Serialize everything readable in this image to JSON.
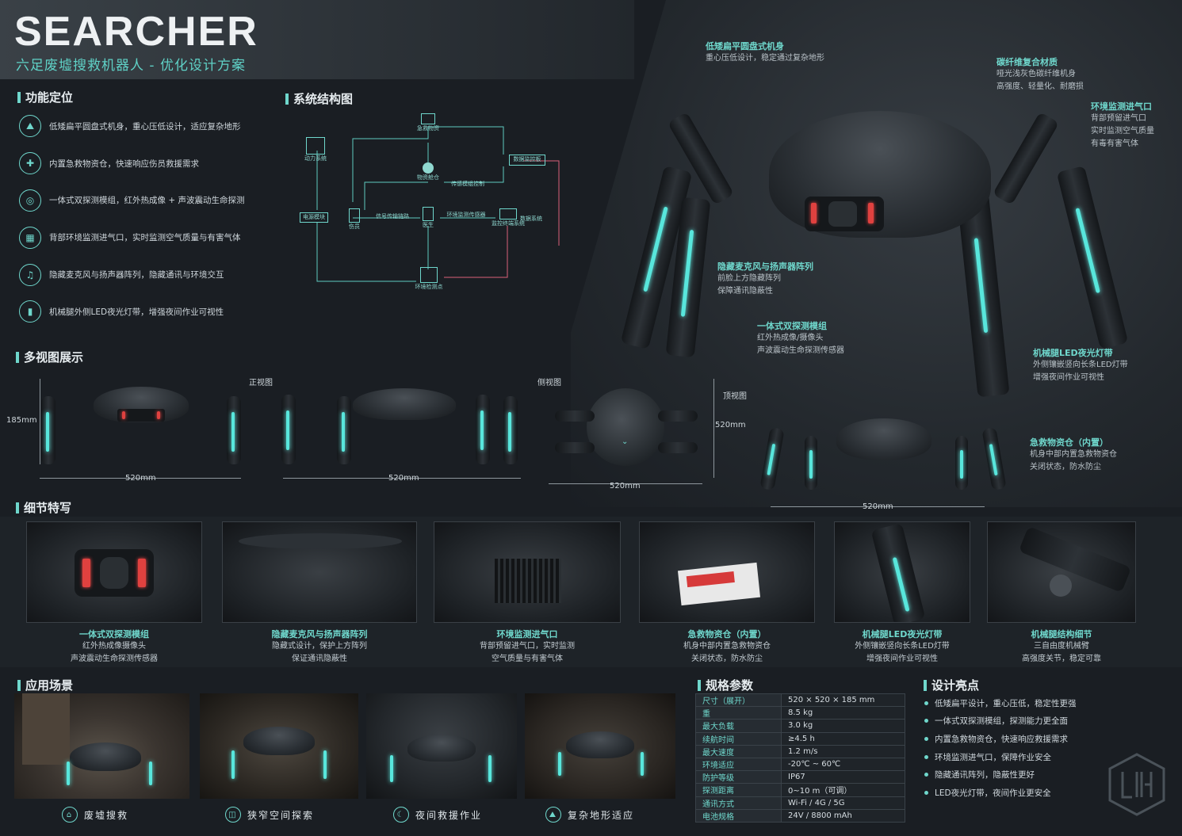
{
  "header": {
    "title": "SEARCHER",
    "subtitle": "六足废墟搜救机器人 - 优化设计方案"
  },
  "features": {
    "heading": "功能定位",
    "items": [
      {
        "icon": "terrain-icon",
        "text": "低矮扁平圆盘式机身，重心压低设计，适应复杂地形"
      },
      {
        "icon": "first-aid-icon",
        "text": "内置急救物资仓，快速响应伤员救援需求"
      },
      {
        "icon": "sensor-icon",
        "text": "一体式双探测模组，红外热成像 + 声波震动生命探测"
      },
      {
        "icon": "air-vent-icon",
        "text": "背部环境监测进气口，实时监测空气质量与有害气体"
      },
      {
        "icon": "speaker-icon",
        "text": "隐藏麦克风与扬声器阵列，隐藏通讯与环境交互"
      },
      {
        "icon": "light-strip-icon",
        "text": "机械腿外侧LED夜光灯带，增强夜间作业可视性"
      }
    ]
  },
  "diagram": {
    "heading": "系统结构图",
    "nodes": {
      "top": "急救物资",
      "left": "动力系统",
      "center": "物资舱仓",
      "right_box": "数据监控板",
      "mid_label": "传感模组控制",
      "left_box": "电源模块",
      "person_left": "伤员",
      "link_label": "信号传输链路",
      "doctor": "医生",
      "monitor_label": "环境监测传感器",
      "monitor": "监控终端系统",
      "right_label": "数据系统",
      "bottom": "环境检测点"
    }
  },
  "hero_callouts": [
    {
      "title": "低矮扁平圆盘式机身",
      "desc": [
        "重心压低设计，稳定通过复杂地形"
      ]
    },
    {
      "title": "碳纤维复合材质",
      "desc": [
        "哑光浅灰色碳纤维机身",
        "高强度、轻量化、耐磨损"
      ]
    },
    {
      "title": "环境监测进气口",
      "desc": [
        "背部预留进气口",
        "实时监测空气质量",
        "有毒有害气体"
      ]
    },
    {
      "title": "隐藏麦克风与扬声器阵列",
      "desc": [
        "前脸上方隐藏阵列",
        "保障通讯隐蔽性"
      ]
    },
    {
      "title": "一体式双探测模组",
      "desc": [
        "红外热成像/摄像头",
        "声波震动生命探测传感器"
      ]
    },
    {
      "title": "机械腿LED夜光灯带",
      "desc": [
        "外侧镶嵌竖向长条LED灯带",
        "增强夜间作业可视性"
      ]
    },
    {
      "title": "急救物资仓（内置）",
      "desc": [
        "机身中部内置急救物资仓",
        "关闭状态，防水防尘"
      ]
    }
  ],
  "multiview": {
    "heading": "多视图展示",
    "height_label": "185mm",
    "front_label": "正视图",
    "side_label": "侧视图",
    "top_label": "顶视图",
    "width_front": "520mm",
    "width_side": "520mm",
    "width_top": "520mm",
    "depth_top": "520mm",
    "width_persp": "520mm"
  },
  "details": {
    "heading": "细节特写",
    "items": [
      {
        "title": "一体式双探测模组",
        "desc": [
          "红外热成像摄像头",
          "声波震动生命探测传感器"
        ]
      },
      {
        "title": "隐藏麦克风与扬声器阵列",
        "desc": [
          "隐藏式设计，保护上方阵列",
          "保证通讯隐蔽性"
        ]
      },
      {
        "title": "环境监测进气口",
        "desc": [
          "背部预留进气口，实时监测",
          "空气质量与有害气体"
        ]
      },
      {
        "title": "急救物资仓（内置）",
        "desc": [
          "机身中部内置急救物资仓",
          "关闭状态，防水防尘"
        ]
      },
      {
        "title": "机械腿LED夜光灯带",
        "desc": [
          "外侧镶嵌竖向长条LED灯带",
          "增强夜间作业可视性"
        ]
      },
      {
        "title": "机械腿结构细节",
        "desc": [
          "三自由度机械臂",
          "高强度关节，稳定可靠"
        ]
      }
    ]
  },
  "scenes": {
    "heading": "应用场景",
    "items": [
      {
        "icon": "ruins-icon",
        "label": "废墟搜救"
      },
      {
        "icon": "narrow-space-icon",
        "label": "狭窄空间探索"
      },
      {
        "icon": "night-icon",
        "label": "夜间救援作业"
      },
      {
        "icon": "terrain-icon",
        "label": "复杂地形适应"
      }
    ]
  },
  "specs": {
    "heading": "规格参数",
    "rows": [
      {
        "k": "尺寸（展开）",
        "v": "520 × 520 × 185 mm"
      },
      {
        "k": "重",
        "v": "8.5 kg"
      },
      {
        "k": "最大负载",
        "v": "3.0 kg"
      },
      {
        "k": "续航时间",
        "v": "≥4.5 h"
      },
      {
        "k": "最大速度",
        "v": "1.2 m/s"
      },
      {
        "k": "环境适应",
        "v": "-20℃ ~ 60℃"
      },
      {
        "k": "防护等级",
        "v": "IP67"
      },
      {
        "k": "探测距离",
        "v": "0~10 m（可调）"
      },
      {
        "k": "通讯方式",
        "v": "Wi-Fi / 4G / 5G"
      },
      {
        "k": "电池规格",
        "v": "24V / 8800 mAh"
      }
    ]
  },
  "highlights": {
    "heading": "设计亮点",
    "items": [
      "低矮扁平设计，重心压低，稳定性更强",
      "一体式双探测模组，探测能力更全面",
      "内置急救物资仓，快速响应救援需求",
      "环境监测进气口，保障作业安全",
      "隐藏通讯阵列，隐蔽性更好",
      "LED夜光灯带，夜间作业更安全"
    ]
  },
  "colors": {
    "accent": "#6fd7cc",
    "bg": "#1a1e23",
    "red_light": "#e0413f"
  }
}
